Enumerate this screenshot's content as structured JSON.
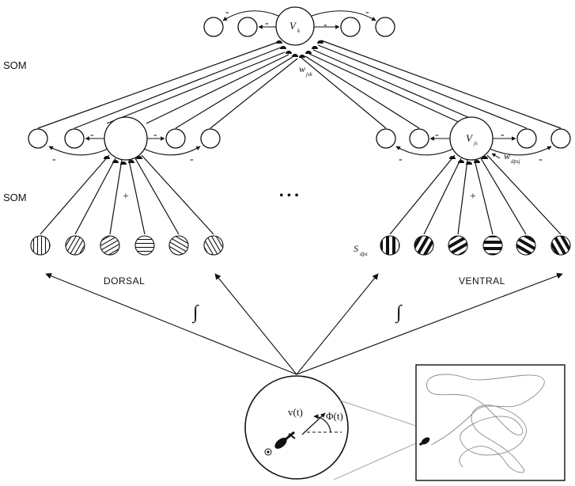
{
  "labels": {
    "som_top": "SOM",
    "som_bottom": "SOM",
    "dorsal": "DORSAL",
    "ventral": "VENTRAL",
    "integral_left": "∫",
    "integral_right": "∫",
    "ellipsis": "• • •",
    "plus_left": "+",
    "plus_right": "+",
    "minus": "-",
    "vk_main": "V",
    "vk_sub": "k",
    "vjs_main": "V",
    "vjs_sub": "js",
    "wjsk_main": "w",
    "wjsk_sub": "jsk",
    "wdpsj_main": "w",
    "wdpsj_sub": "dpsj",
    "sdps_main": "S",
    "sdps_sub": "dps",
    "velocity": "v(t)",
    "heading": "Φ(t)"
  },
  "dorsal_stimuli": [
    {
      "orientation": "vertical"
    },
    {
      "orientation": "diagonal-right"
    },
    {
      "orientation": "diagonal-left-shallow"
    },
    {
      "orientation": "horizontal"
    },
    {
      "orientation": "diagonal-left"
    },
    {
      "orientation": "diagonal-right-steep"
    }
  ],
  "ventral_stimuli": [
    {
      "orientation": "vertical"
    },
    {
      "orientation": "diagonal-right"
    },
    {
      "orientation": "diagonal-left-shallow"
    },
    {
      "orientation": "horizontal"
    },
    {
      "orientation": "diagonal-left"
    },
    {
      "orientation": "diagonal-right-steep"
    }
  ],
  "colors": {
    "line": "#111111",
    "trajectory": "#888888"
  }
}
